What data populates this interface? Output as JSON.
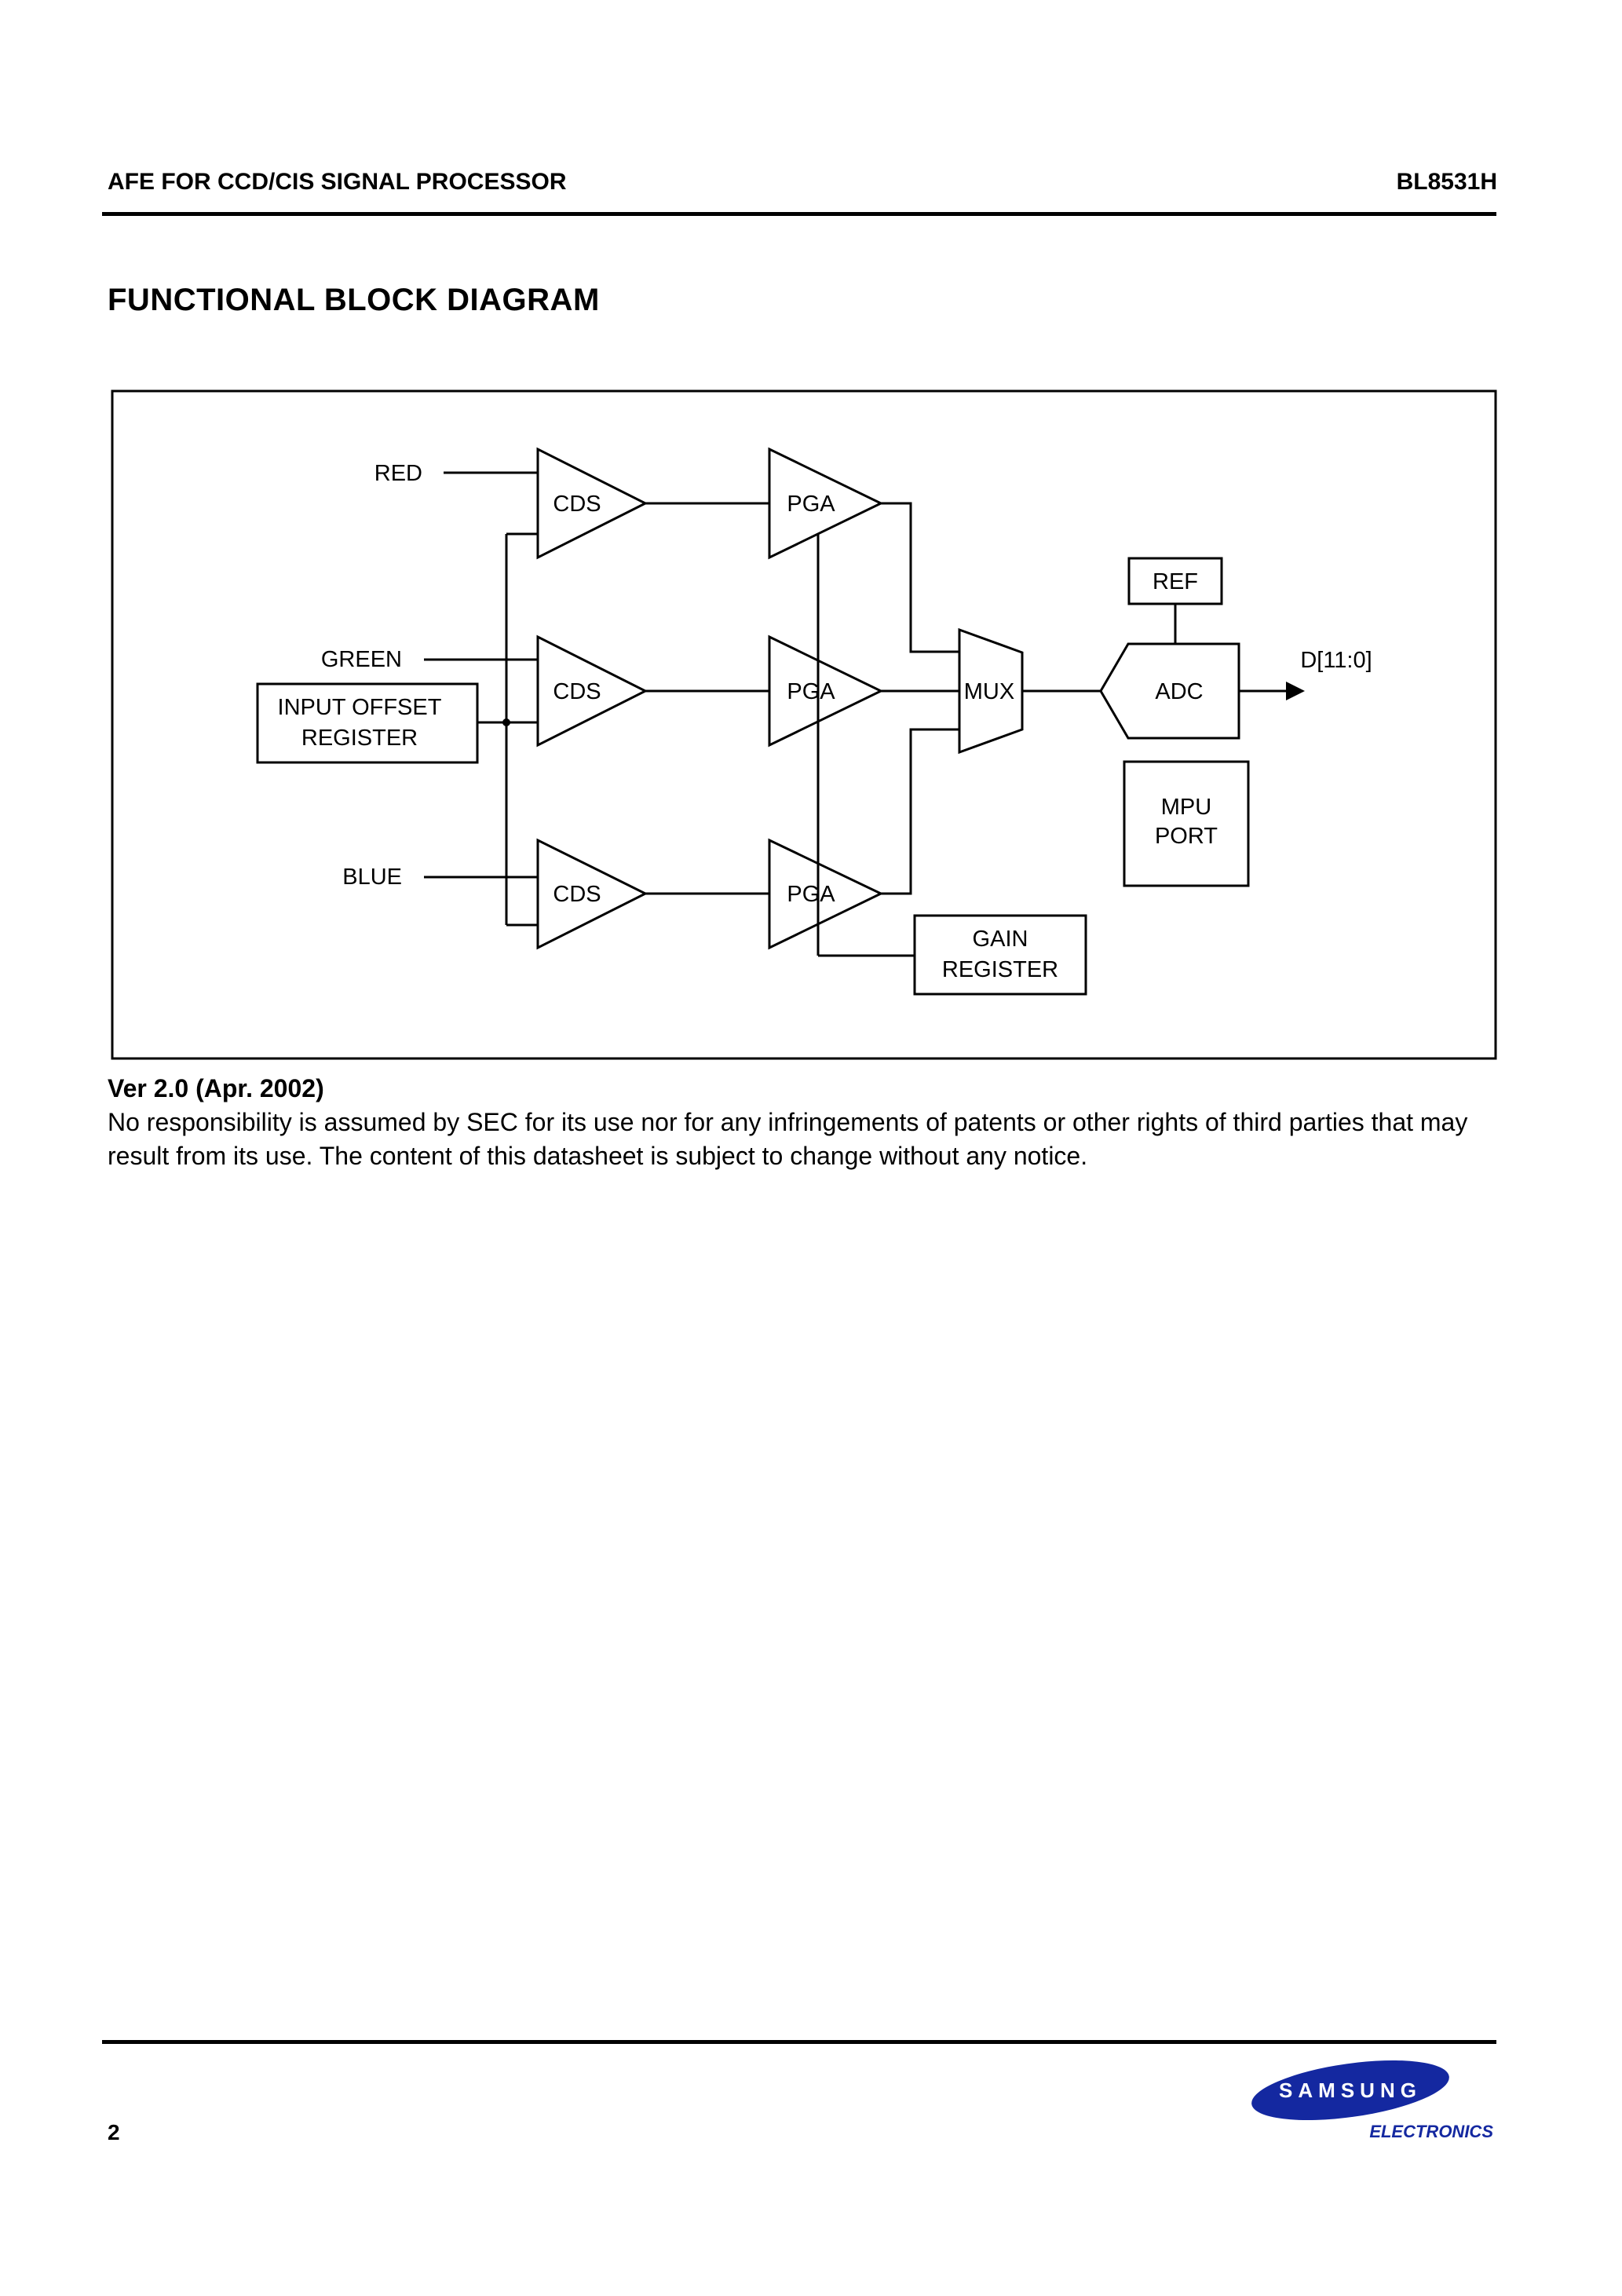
{
  "header": {
    "left_title": "AFE FOR CCD/CIS SIGNAL PROCESSOR",
    "right_title": "BL8531H"
  },
  "section_title": "FUNCTIONAL BLOCK DIAGRAM",
  "diagram": {
    "inputs": {
      "red": "RED",
      "green": "GREEN",
      "blue": "BLUE"
    },
    "blocks": {
      "cds_1": "CDS",
      "cds_2": "CDS",
      "cds_3": "CDS",
      "pga_1": "PGA",
      "pga_2": "PGA",
      "pga_3": "PGA",
      "mux": "MUX",
      "adc": "ADC",
      "ref": "REF",
      "mpu_port_line1": "MPU",
      "mpu_port_line2": "PORT",
      "input_offset_line1": "INPUT OFFSET",
      "input_offset_line2": "REGISTER",
      "gain_line1": "GAIN",
      "gain_line2": "REGISTER"
    },
    "output_label": "D[11:0]"
  },
  "version": "Ver 2.0 (Apr. 2002)",
  "notice": "No responsibility is assumed by SEC for its use nor for any infringements of patents or other rights of third parties that may result from its use. The content of this datasheet is subject to change without any notice.",
  "footer": {
    "page_number": "2",
    "brand": "SAMSUNG",
    "division": "ELECTRONICS",
    "brand_color": "#1428a0"
  }
}
